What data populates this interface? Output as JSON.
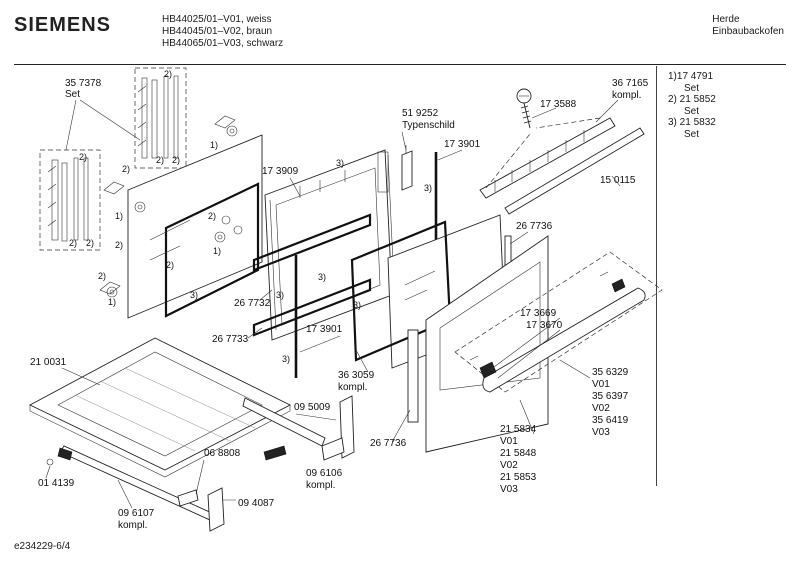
{
  "header": {
    "brand": "SIEMENS",
    "models": [
      "HB44025/01–V01, weiss",
      "HB44045/01–V02, braun",
      "HB44065/01–V03, schwarz"
    ],
    "category": [
      "Herde",
      "Einbaubackofen"
    ]
  },
  "legend": [
    {
      "n": "1)17 4791",
      "d": "Set"
    },
    {
      "n": "2) 21 5852",
      "d": "Set"
    },
    {
      "n": "3) 21 5832",
      "d": "Set"
    }
  ],
  "footer": {
    "drawing_id": "e234229-6/4"
  },
  "parts": {
    "p357378": "35 7378",
    "p357378_note": "Set",
    "p367165": "36 7165",
    "p367165_note": "kompl.",
    "p173588": "17 3588",
    "p519252": "51 9252",
    "p519252_note": "Typenschild",
    "p173909": "17 3909",
    "p173901_top": "17 3901",
    "p150115": "15 0115",
    "p267736_top": "26 7736",
    "p267732": "26 7732",
    "p267733": "26 7733",
    "p173901_bot": "17 3901",
    "p363059": "36 3059",
    "p363059_note": "kompl.",
    "p173669": "17 3669",
    "p173670": "17 3670",
    "p356329": "35 6329",
    "p356329_v": "V01",
    "p356397": "35 6397",
    "p356397_v": "V02",
    "p356419": "35 6419",
    "p356419_v": "V03",
    "p210031": "21 0031",
    "p095009": "09 5009",
    "p068808": "06 8808",
    "p096106": "09 6106",
    "p096106_note": "kompl.",
    "p014139": "01 4139",
    "p096107": "09 6107",
    "p096107_note": "kompl.",
    "p094087": "09 4087",
    "p267736_bot": "26 7736",
    "p215834": "21 5834",
    "p215834_v": "V01",
    "p215848": "21 5848",
    "p215848_v": "V02",
    "p215853": "21 5853",
    "p215853_v": "V03"
  },
  "callouts": {
    "one": "1)",
    "two": "2)",
    "three": "3)"
  }
}
